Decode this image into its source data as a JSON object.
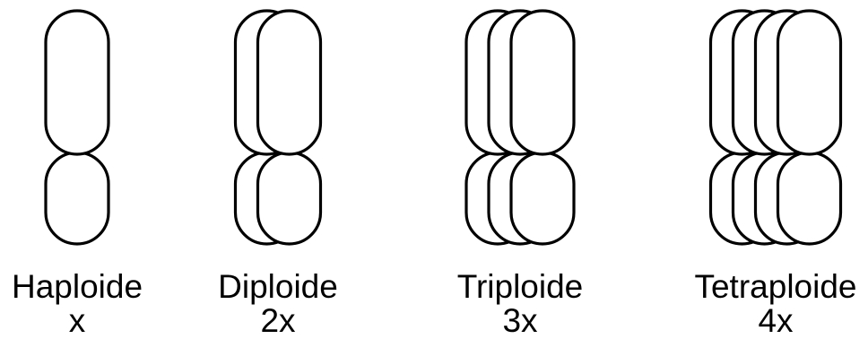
{
  "groups": [
    {
      "name": "Haploide",
      "ploidy": "x",
      "copies": 1
    },
    {
      "name": "Diploide",
      "ploidy": "2x",
      "copies": 2
    },
    {
      "name": "Triploide",
      "ploidy": "3x",
      "copies": 3
    },
    {
      "name": "Tetraploide",
      "ploidy": "4x",
      "copies": 4
    }
  ]
}
